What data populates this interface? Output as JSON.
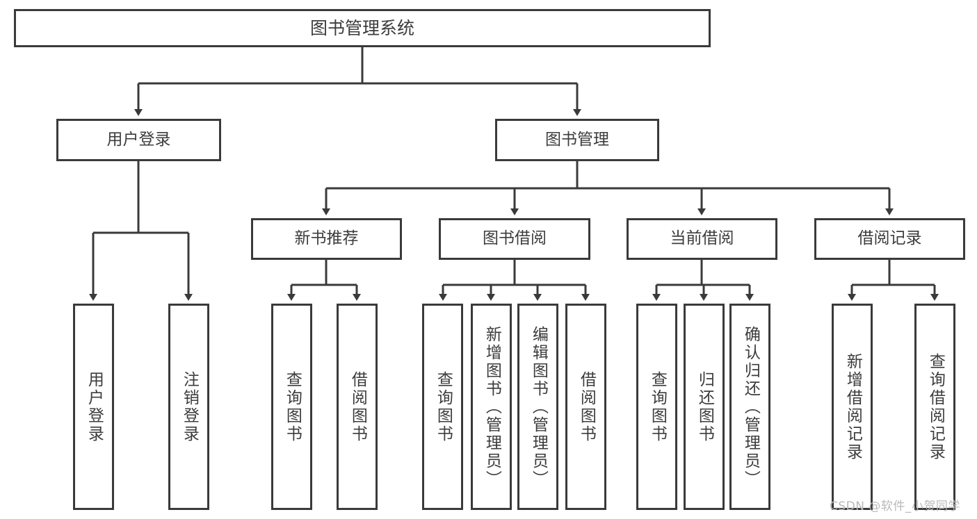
{
  "diagram": {
    "type": "tree-hierarchy",
    "title": "图书管理系统",
    "root": {
      "label": "图书管理系统"
    },
    "level1": [
      {
        "label": "用户登录"
      },
      {
        "label": "图书管理"
      }
    ],
    "level2": [
      {
        "label": "新书推荐"
      },
      {
        "label": "图书借阅"
      },
      {
        "label": "当前借阅"
      },
      {
        "label": "借阅记录"
      }
    ],
    "leaves": {
      "user_login": [
        {
          "label": "用户登录"
        },
        {
          "label": "注销登录"
        }
      ],
      "new_book_recommend": [
        {
          "label": "查询图书"
        },
        {
          "label": "借阅图书"
        }
      ],
      "book_borrow": [
        {
          "label": "查询图书"
        },
        {
          "label": "新增图书（管理员）"
        },
        {
          "label": "编辑图书（管理员）"
        },
        {
          "label": "借阅图书"
        }
      ],
      "current_borrow": [
        {
          "label": "查询图书"
        },
        {
          "label": "归还图书"
        },
        {
          "label": "确认归还（管理员）"
        }
      ],
      "borrow_record": [
        {
          "label": "新增借阅记录"
        },
        {
          "label": "查询借阅记录"
        }
      ]
    }
  },
  "watermark": {
    "text": "CSDN @软件_小贺同学"
  },
  "colors": {
    "border": "#3a3a3a",
    "text": "#3c3c3c",
    "background": "#ffffff",
    "watermark": "#b9b9b9"
  }
}
